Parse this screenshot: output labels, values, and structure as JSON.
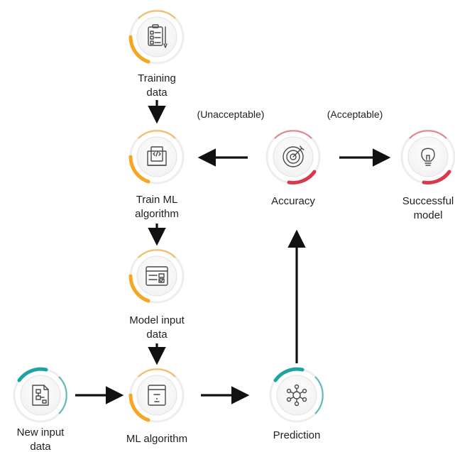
{
  "colors": {
    "orange_accent": "#F5A623",
    "red_accent": "#D83A4C",
    "teal_accent": "#1FA2A2",
    "ring_light": "#EDEDED",
    "arrow": "#111111"
  },
  "nodes": {
    "training_data": {
      "label_1": "Training",
      "label_2": "data",
      "icon": "checklist-icon",
      "accent": "orange"
    },
    "train_ml": {
      "label_1": "Train ML",
      "label_2": "algorithm",
      "icon": "code-document-icon",
      "accent": "orange"
    },
    "model_input": {
      "label_1": "Model input",
      "label_2": "data",
      "icon": "form-icon",
      "accent": "orange"
    },
    "ml_algorithm": {
      "label_1": "ML algorithm",
      "icon": "window-icon",
      "accent": "orange"
    },
    "new_input": {
      "label_1": "New input",
      "label_2": "data",
      "icon": "flowchart-document-icon",
      "accent": "teal"
    },
    "prediction": {
      "label_1": "Prediction",
      "icon": "network-icon",
      "accent": "teal"
    },
    "accuracy": {
      "label_1": "Accuracy",
      "icon": "target-icon",
      "accent": "red"
    },
    "successful": {
      "label_1": "Successful",
      "label_2": "model",
      "icon": "lightbulb-icon",
      "accent": "red"
    }
  },
  "edge_labels": {
    "unacceptable": "(Unacceptable)",
    "acceptable": "(Acceptable)"
  }
}
